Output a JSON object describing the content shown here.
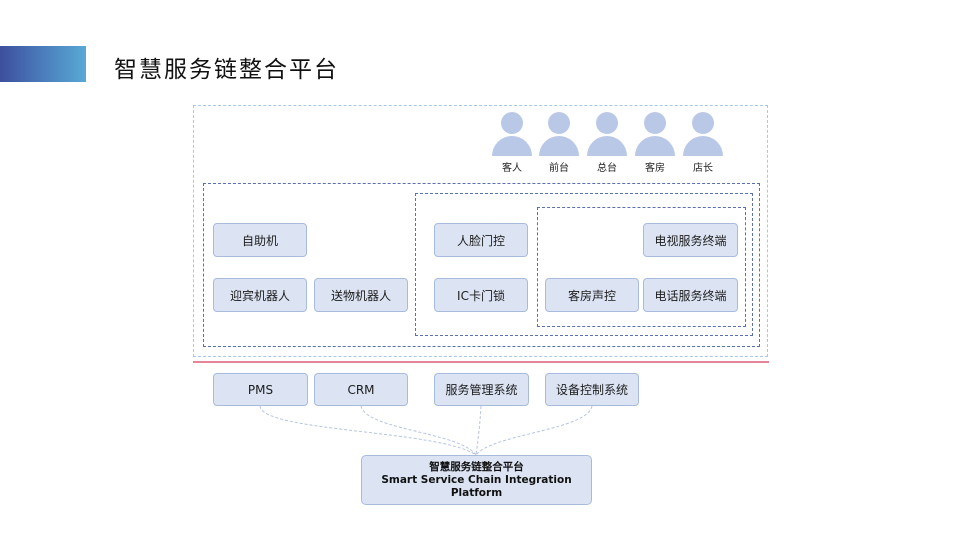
{
  "title": "智慧服务链整合平台",
  "roles": [
    "客人",
    "前台",
    "总台",
    "客房",
    "店长"
  ],
  "devices": {
    "self_service": "自助机",
    "welcome_robot": "迎宾机器人",
    "delivery_robot": "送物机器人",
    "face_access": "人脸门控",
    "ic_lock": "IC卡门锁",
    "tv_terminal": "电视服务终端",
    "room_voice": "客房声控",
    "phone_terminal": "电话服务终端"
  },
  "systems": [
    "PMS",
    "CRM",
    "服务管理系统",
    "设备控制系统"
  ],
  "platform": {
    "cn": "智慧服务链整合平台",
    "en_line1": "Smart Service Chain Integration",
    "en_line2": "Platform"
  },
  "colors": {
    "accent_gradient_start": "#3d4f9e",
    "accent_gradient_end": "#58a9d4",
    "box_fill": "#dce4f3",
    "box_border": "#a9bbdc",
    "dashed_frame": "#5a6fae",
    "divider": "#e6849a"
  }
}
